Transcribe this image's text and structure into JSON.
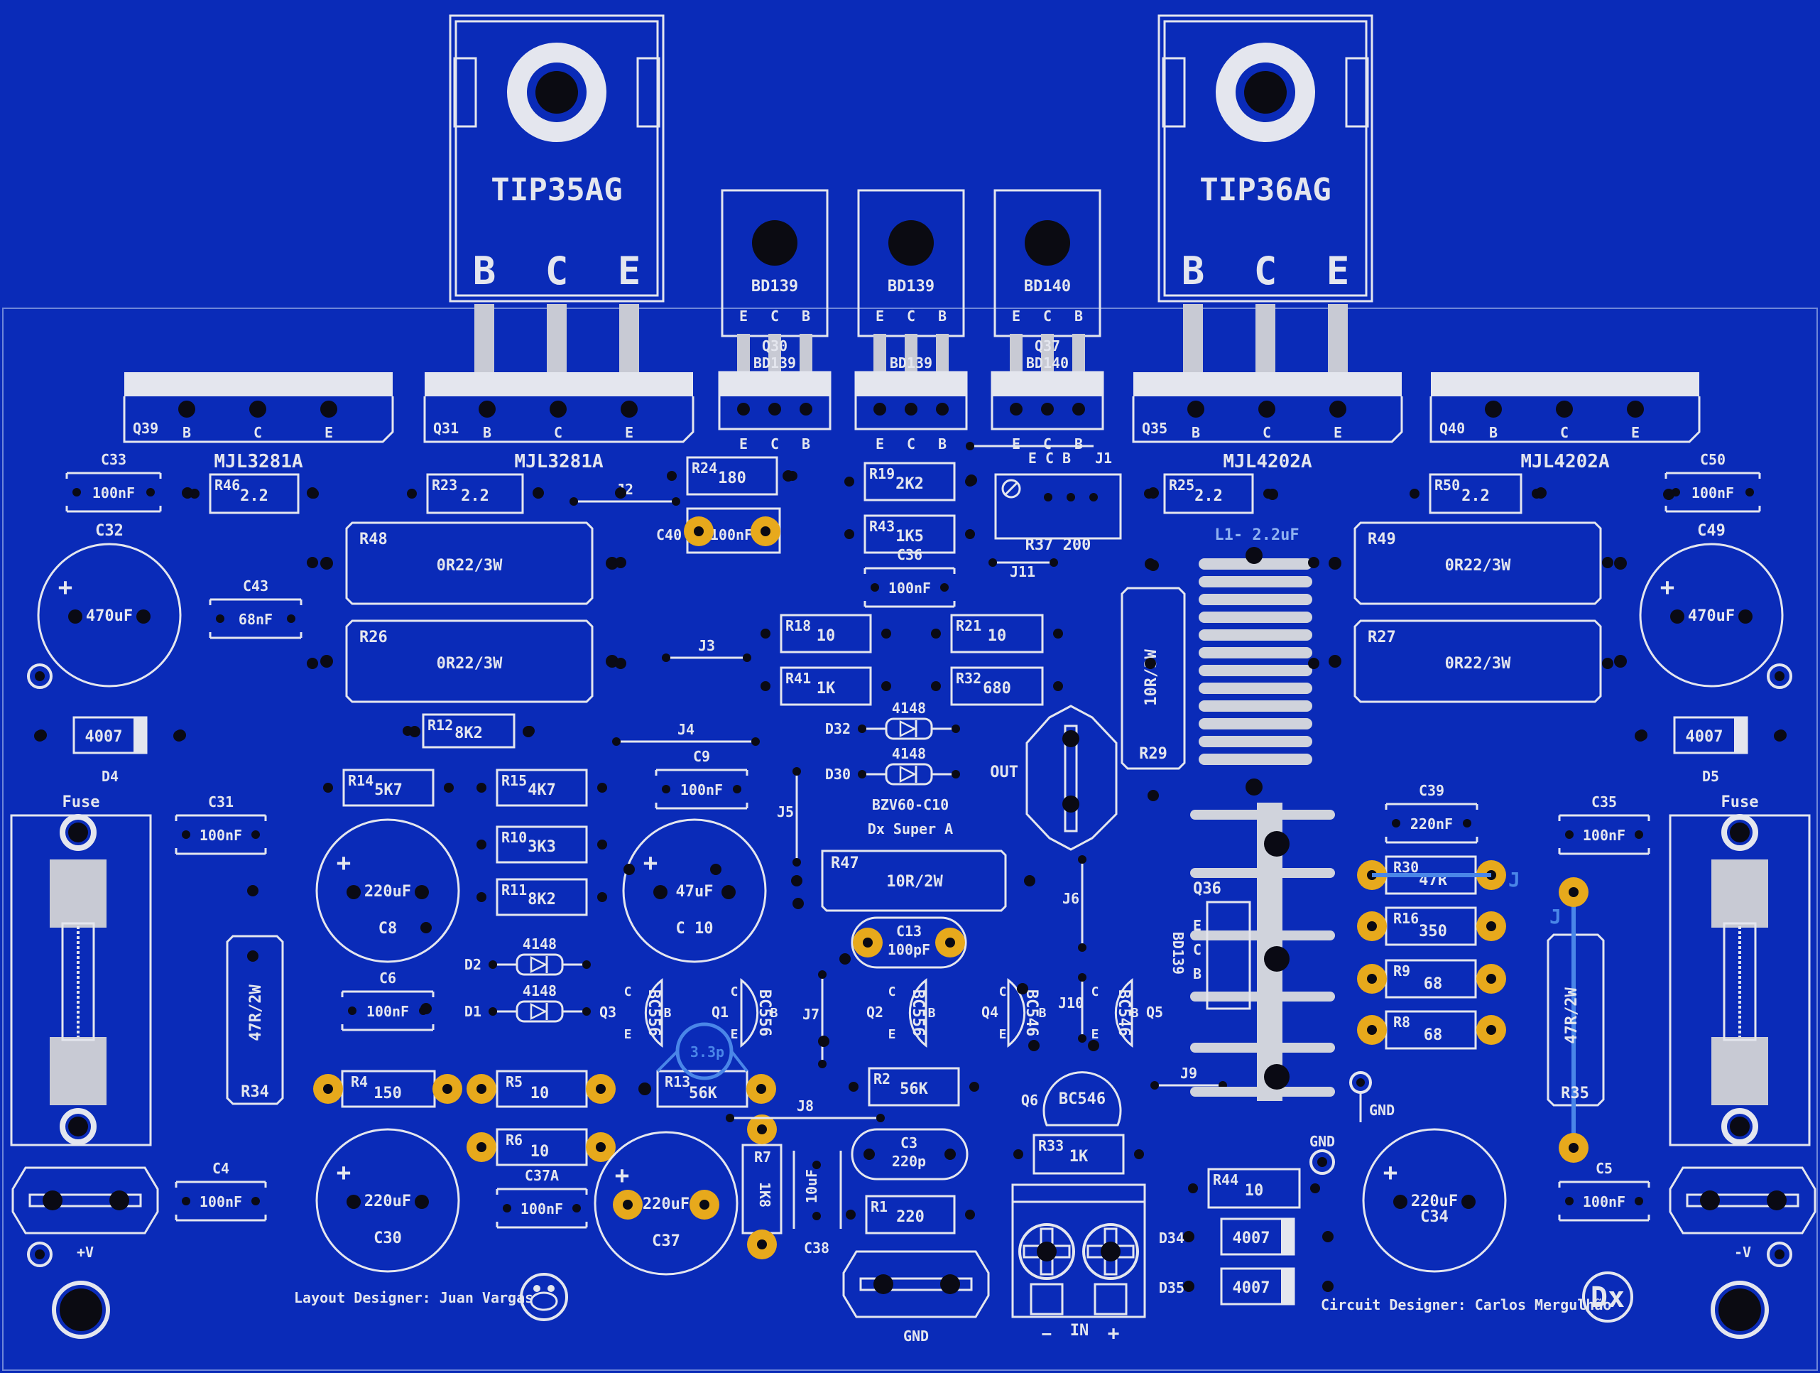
{
  "board": {
    "background": "#0a2bb8",
    "silk_color": "#e4e6ee",
    "pad_color": "#0a0a14",
    "gold_color": "#e7a91c",
    "trace_color": "#4a86e8"
  },
  "top_transistors": [
    {
      "id": "tip35",
      "part": "TIP35AG",
      "pins": [
        "B",
        "C",
        "E"
      ]
    },
    {
      "id": "tip36",
      "part": "TIP36AG",
      "pins": [
        "B",
        "C",
        "E"
      ]
    }
  ],
  "small_transistors": [
    {
      "id": "bd139a",
      "part": "BD139",
      "pins": [
        "E",
        "C",
        "B"
      ],
      "ref": "Q30",
      "ref_part": "BD139"
    },
    {
      "id": "bd139b",
      "part": "BD139",
      "pins": [
        "E",
        "C",
        "B"
      ],
      "ref": "",
      "ref_part": "BD139"
    },
    {
      "id": "bd140",
      "part": "BD140",
      "pins": [
        "E",
        "C",
        "B"
      ],
      "ref": "Q37",
      "ref_part": "BD140"
    }
  ],
  "power_transistors": [
    {
      "ref": "Q39",
      "part": "MJL3281A",
      "pins": [
        "B",
        "C",
        "E"
      ]
    },
    {
      "ref": "Q31",
      "part": "MJL3281A",
      "pins": [
        "B",
        "C",
        "E"
      ]
    },
    {
      "ref": "Q35",
      "part": "MJL4202A",
      "pins": [
        "B",
        "C",
        "E"
      ]
    },
    {
      "ref": "Q40",
      "part": "MJL4202A",
      "pins": [
        "B",
        "C",
        "E"
      ]
    }
  ],
  "driver_pin_labels": [
    "E",
    "C",
    "B"
  ],
  "resistors": [
    {
      "ref": "R46",
      "value": "2.2"
    },
    {
      "ref": "R23",
      "value": "2.2"
    },
    {
      "ref": "R24",
      "value": "180"
    },
    {
      "ref": "R19",
      "value": "2K2"
    },
    {
      "ref": "R43",
      "value": "1K5"
    },
    {
      "ref": "R25",
      "value": "2.2"
    },
    {
      "ref": "R50",
      "value": "2.2"
    },
    {
      "ref": "R48",
      "value": "0R22/3W"
    },
    {
      "ref": "R26",
      "value": "0R22/3W"
    },
    {
      "ref": "R49",
      "value": "0R22/3W"
    },
    {
      "ref": "R27",
      "value": "0R22/3W"
    },
    {
      "ref": "R18",
      "value": "10"
    },
    {
      "ref": "R41",
      "value": "1K"
    },
    {
      "ref": "R21",
      "value": "10"
    },
    {
      "ref": "R32",
      "value": "680"
    },
    {
      "ref": "R12",
      "value": "8K2"
    },
    {
      "ref": "R14",
      "value": "5K7"
    },
    {
      "ref": "R15",
      "value": "4K7"
    },
    {
      "ref": "R10",
      "value": "3K3"
    },
    {
      "ref": "R11",
      "value": "8K2"
    },
    {
      "ref": "R47",
      "value": "10R/2W"
    },
    {
      "ref": "R29",
      "value": "10R/3W"
    },
    {
      "ref": "R34",
      "value": "47R/2W"
    },
    {
      "ref": "R35",
      "value": "47R/2W"
    },
    {
      "ref": "R4",
      "value": "150"
    },
    {
      "ref": "R5",
      "value": "10"
    },
    {
      "ref": "R6",
      "value": "10"
    },
    {
      "ref": "R13",
      "value": "56K"
    },
    {
      "ref": "R2",
      "value": "56K"
    },
    {
      "ref": "R7",
      "value": "1K8"
    },
    {
      "ref": "R1",
      "value": "220"
    },
    {
      "ref": "R33",
      "value": "1K"
    },
    {
      "ref": "R44",
      "value": "10"
    },
    {
      "ref": "R30",
      "value": "47R"
    },
    {
      "ref": "R16",
      "value": "350"
    },
    {
      "ref": "R9",
      "value": "68"
    },
    {
      "ref": "R8",
      "value": "68"
    },
    {
      "ref": "R37",
      "value": "200"
    }
  ],
  "capacitors": [
    {
      "ref": "C33",
      "value": "100nF"
    },
    {
      "ref": "C50",
      "value": "100nF"
    },
    {
      "ref": "C40",
      "value": "100nF"
    },
    {
      "ref": "C36",
      "value": "100nF"
    },
    {
      "ref": "C43",
      "value": "68nF"
    },
    {
      "ref": "C32",
      "value": "470uF"
    },
    {
      "ref": "C49",
      "value": "470uF"
    },
    {
      "ref": "C9",
      "value": "100nF"
    },
    {
      "ref": "C31",
      "value": "100nF"
    },
    {
      "ref": "C35",
      "value": "100nF"
    },
    {
      "ref": "C39",
      "value": "220nF"
    },
    {
      "ref": "C8",
      "value": "220uF"
    },
    {
      "ref": "C 10",
      "value": "47uF"
    },
    {
      "ref": "C6",
      "value": "100nF"
    },
    {
      "ref": "C13",
      "value": "100pF"
    },
    {
      "ref": "C4",
      "value": "100nF"
    },
    {
      "ref": "C5",
      "value": "100nF"
    },
    {
      "ref": "C30",
      "value": "220uF"
    },
    {
      "ref": "C37",
      "value": "220uF"
    },
    {
      "ref": "C37A",
      "value": "100nF"
    },
    {
      "ref": "C3",
      "value": "220p"
    },
    {
      "ref": "C38",
      "value": "10uF"
    },
    {
      "ref": "C34",
      "value": "220uF"
    }
  ],
  "diodes": [
    {
      "ref": "D4",
      "value": "4007"
    },
    {
      "ref": "D5",
      "value": "4007"
    },
    {
      "ref": "D32",
      "value": "4148"
    },
    {
      "ref": "D30",
      "value": "4148"
    },
    {
      "ref": "D2",
      "value": "4148"
    },
    {
      "ref": "D1",
      "value": "4148"
    },
    {
      "ref": "D34",
      "value": "4007"
    },
    {
      "ref": "D35",
      "value": "4007"
    }
  ],
  "zener_label": "BZV60-C10",
  "board_name": "Dx Super A",
  "small_signal": [
    {
      "ref": "Q3",
      "part": "BC556"
    },
    {
      "ref": "Q1",
      "part": "BC556"
    },
    {
      "ref": "Q2",
      "part": "BC556"
    },
    {
      "ref": "Q4",
      "part": "BC546"
    },
    {
      "ref": "Q5",
      "part": "BC546"
    },
    {
      "ref": "Q6",
      "part": "BC546"
    }
  ],
  "pin_letters": [
    "C",
    "B",
    "E"
  ],
  "jumpers": [
    "J1",
    "J2",
    "J3",
    "J4",
    "J5",
    "J6",
    "J7",
    "J8",
    "J9",
    "J10",
    "J11",
    "J"
  ],
  "inductor": "L1- 2.2uF",
  "out_label": "OUT",
  "q36": {
    "ref": "Q36",
    "part": "BD139",
    "pins": [
      "E",
      "C",
      "B"
    ]
  },
  "cap_33p": "3.3p",
  "fuse_label": "Fuse",
  "supply_labels": {
    "pos": "+V",
    "neg": "-V",
    "gnd": "GND"
  },
  "input": {
    "label": "IN",
    "minus": "−",
    "plus": "+"
  },
  "credits": {
    "layout": "Layout Designer:  Juan Vargas",
    "circuit": "Circuit Designer:  Carlos Mergulhão",
    "logo": "Dx"
  }
}
